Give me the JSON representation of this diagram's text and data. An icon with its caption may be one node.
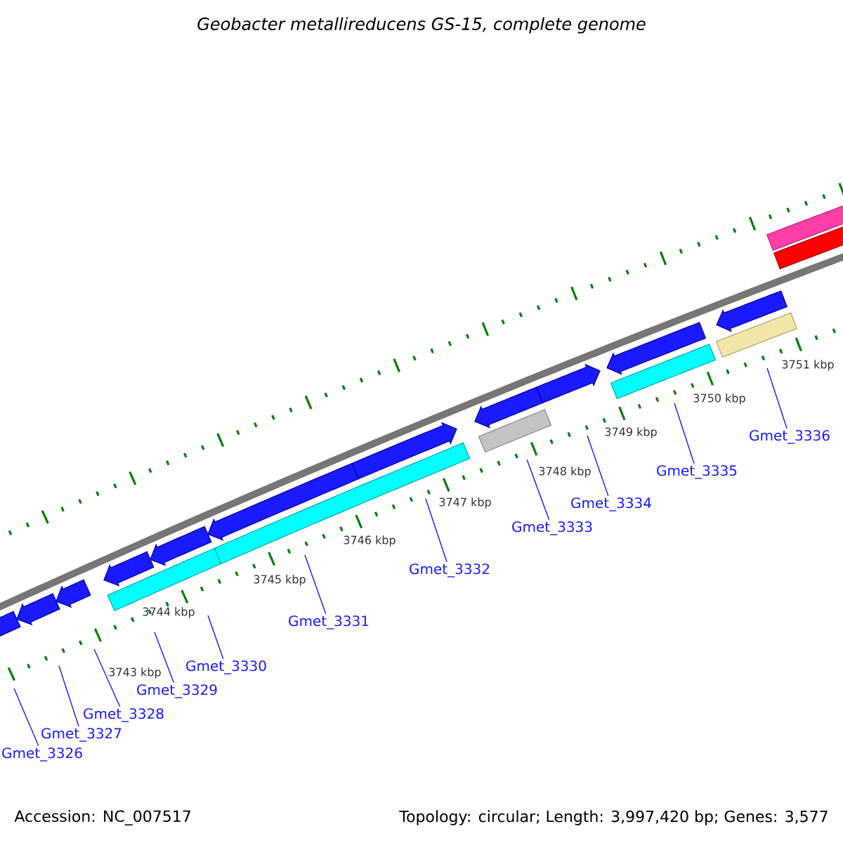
{
  "diagram": {
    "title": "Geobacter metallireducens GS-15, complete genome",
    "nodes": [
      {
        "text": [
          "Gmet_3326"
        ]
      },
      {
        "text": [
          "Gmet_3327"
        ]
      },
      {
        "text": [
          "Gmet_3328"
        ]
      },
      {
        "text": [
          "Gmet_3329"
        ]
      },
      {
        "text": [
          "Gmet_3330"
        ]
      },
      {
        "text": [
          "Gmet_3331"
        ]
      },
      {
        "text": [
          "Gmet_3332"
        ]
      },
      {
        "text": [
          "Gmet_3333"
        ]
      },
      {
        "text": [
          "Gmet_3334"
        ]
      },
      {
        "text": [
          "Gmet_3335"
        ]
      },
      {
        "text": [
          "Gmet_3336"
        ]
      }
    ],
    "edges": [
      {
        "from": 0,
        "to": null,
        "arrow": "none"
      },
      {
        "from": 1,
        "to": null,
        "arrow": "none"
      },
      {
        "from": 2,
        "to": null,
        "arrow": "none"
      },
      {
        "from": 3,
        "to": null,
        "arrow": "none"
      },
      {
        "from": 4,
        "to": null,
        "arrow": "none"
      },
      {
        "from": 5,
        "to": null,
        "arrow": "none"
      },
      {
        "from": 6,
        "to": null,
        "arrow": "none"
      },
      {
        "from": 7,
        "to": null,
        "arrow": "none"
      },
      {
        "from": 8,
        "to": null,
        "arrow": "none"
      },
      {
        "from": 9,
        "to": null,
        "arrow": "none"
      },
      {
        "from": 10,
        "to": null,
        "arrow": "none"
      }
    ],
    "labels": [
      "3743 kbp",
      "3744 kbp",
      "3745 kbp",
      "3746 kbp",
      "3747 kbp",
      "3748 kbp",
      "3749 kbp",
      "3750 kbp",
      "3751 kbp",
      "Accession: NC_007517",
      "Topology: circular; Length: 3,997,420 bp; Genes: 3,577"
    ]
  }
}
